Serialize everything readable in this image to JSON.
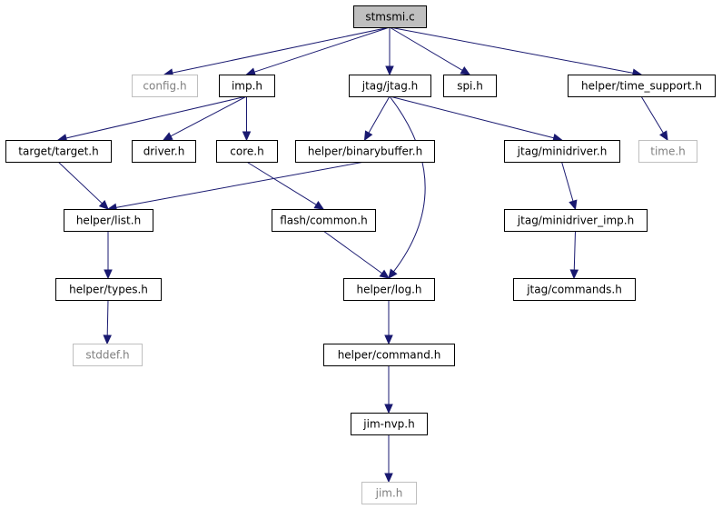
{
  "diagram": {
    "type": "include-dependency-graph",
    "colors": {
      "edge": "#191970",
      "root_fill": "#bfbfbf",
      "external_border": "#bfbfbf",
      "external_text": "#808080"
    },
    "nodes": [
      {
        "id": "stmsmi_c",
        "label": "stmsmi.c",
        "kind": "root"
      },
      {
        "id": "config_h",
        "label": "config.h",
        "kind": "external"
      },
      {
        "id": "imp_h",
        "label": "imp.h",
        "kind": "normal"
      },
      {
        "id": "jtag_jtag_h",
        "label": "jtag/jtag.h",
        "kind": "normal"
      },
      {
        "id": "spi_h",
        "label": "spi.h",
        "kind": "normal"
      },
      {
        "id": "helper_time_support_h",
        "label": "helper/time_support.h",
        "kind": "normal"
      },
      {
        "id": "target_target_h",
        "label": "target/target.h",
        "kind": "normal"
      },
      {
        "id": "driver_h",
        "label": "driver.h",
        "kind": "normal"
      },
      {
        "id": "core_h",
        "label": "core.h",
        "kind": "normal"
      },
      {
        "id": "helper_binarybuffer_h",
        "label": "helper/binarybuffer.h",
        "kind": "normal"
      },
      {
        "id": "jtag_minidriver_h",
        "label": "jtag/minidriver.h",
        "kind": "normal"
      },
      {
        "id": "time_h",
        "label": "time.h",
        "kind": "external"
      },
      {
        "id": "helper_list_h",
        "label": "helper/list.h",
        "kind": "normal"
      },
      {
        "id": "flash_common_h",
        "label": "flash/common.h",
        "kind": "normal"
      },
      {
        "id": "jtag_minidriver_imp_h",
        "label": "jtag/minidriver_imp.h",
        "kind": "normal"
      },
      {
        "id": "helper_types_h",
        "label": "helper/types.h",
        "kind": "normal"
      },
      {
        "id": "helper_log_h",
        "label": "helper/log.h",
        "kind": "normal"
      },
      {
        "id": "jtag_commands_h",
        "label": "jtag/commands.h",
        "kind": "normal"
      },
      {
        "id": "stddef_h",
        "label": "stddef.h",
        "kind": "external"
      },
      {
        "id": "helper_command_h",
        "label": "helper/command.h",
        "kind": "normal"
      },
      {
        "id": "jim_nvp_h",
        "label": "jim-nvp.h",
        "kind": "normal"
      },
      {
        "id": "jim_h",
        "label": "jim.h",
        "kind": "external"
      }
    ],
    "edges": [
      [
        "stmsmi_c",
        "config_h"
      ],
      [
        "stmsmi_c",
        "imp_h"
      ],
      [
        "stmsmi_c",
        "jtag_jtag_h"
      ],
      [
        "stmsmi_c",
        "spi_h"
      ],
      [
        "stmsmi_c",
        "helper_time_support_h"
      ],
      [
        "imp_h",
        "target_target_h"
      ],
      [
        "imp_h",
        "driver_h"
      ],
      [
        "imp_h",
        "core_h"
      ],
      [
        "jtag_jtag_h",
        "helper_binarybuffer_h"
      ],
      [
        "jtag_jtag_h",
        "jtag_minidriver_h"
      ],
      [
        "jtag_jtag_h",
        "helper_log_h"
      ],
      [
        "helper_time_support_h",
        "time_h"
      ],
      [
        "target_target_h",
        "helper_list_h"
      ],
      [
        "core_h",
        "flash_common_h"
      ],
      [
        "helper_binarybuffer_h",
        "helper_list_h"
      ],
      [
        "jtag_minidriver_h",
        "jtag_minidriver_imp_h"
      ],
      [
        "helper_list_h",
        "helper_types_h"
      ],
      [
        "flash_common_h",
        "helper_log_h"
      ],
      [
        "jtag_minidriver_imp_h",
        "jtag_commands_h"
      ],
      [
        "helper_types_h",
        "stddef_h"
      ],
      [
        "helper_log_h",
        "helper_command_h"
      ],
      [
        "helper_command_h",
        "jim_nvp_h"
      ],
      [
        "jim_nvp_h",
        "jim_h"
      ]
    ]
  }
}
